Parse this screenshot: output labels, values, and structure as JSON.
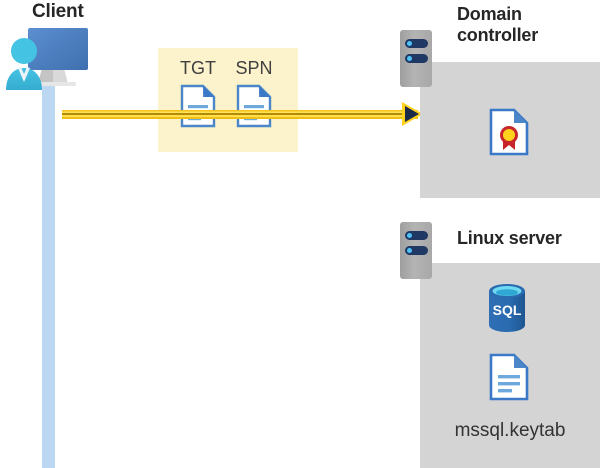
{
  "diagram": {
    "title_client": "Client",
    "title_domain_controller": "Domain\ncontroller",
    "title_linux_server": "Linux server",
    "tokens": {
      "tgt_label": "TGT",
      "spn_label": "SPN"
    },
    "linux": {
      "keytab_filename": "mssql.keytab",
      "database_label": "SQL"
    },
    "colors": {
      "lifeline": "#BBD7F2",
      "token_box": "#FCF2CC",
      "panel_gray": "#D4D4D4",
      "arrow_yellow": "#FFD21E",
      "arrow_head_dark": "#1B2A49",
      "doc_blue": "#3C78C8",
      "sql_blue": "#2A6BB0",
      "cert_red": "#C8252A",
      "cert_gold": "#FFD21E",
      "monitor_blue": "#4A7EBB",
      "person_cyan": "#3FC1E0",
      "server_gray": "#A8A8A8",
      "rack_navy": "#1F3864",
      "text_dark": "#262626"
    },
    "icon_names": {
      "client": "client-workstation-icon",
      "server": "server-rack-icon",
      "document": "document-icon",
      "certificate": "certificate-icon",
      "database": "sql-database-icon",
      "arrow": "flow-arrow-icon"
    }
  }
}
